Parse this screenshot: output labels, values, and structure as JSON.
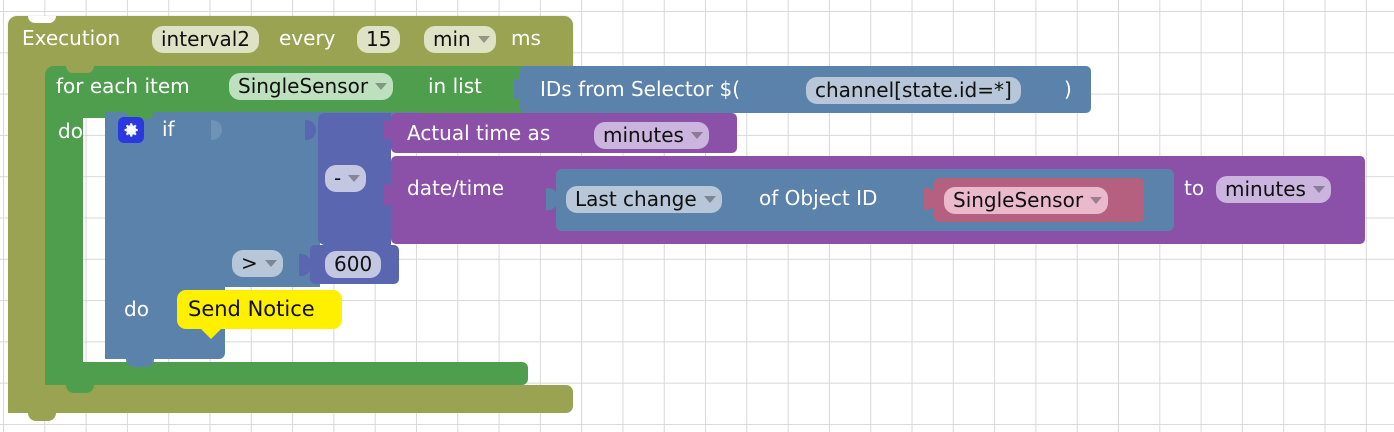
{
  "app": {
    "name": "blockly-script-editor",
    "canvas_background": "#ffffff",
    "grid_dot_color": "#d8d8d8"
  },
  "colors": {
    "trigger_olive": "#9aa352",
    "loop_green": "#4e9e4e",
    "logic_blue": "#5b82ab",
    "math_indigo": "#5b66b0",
    "datetime_purple": "#8b50a8",
    "object_pink": "#b5607e",
    "comment_yellow": "#fff000",
    "gear_blue": "#2b38e0"
  },
  "script": {
    "trigger": {
      "block_name": "execution-interval-block",
      "label_prefix": "Execution",
      "name_field": "interval2",
      "label_every": "every",
      "interval_value": "15",
      "unit_dropdown": "min",
      "label_suffix": "ms"
    },
    "loop": {
      "block_name": "for-each-block",
      "label_prefix": "for each item",
      "item_variable": "SingleSensor",
      "label_in_list": "in list",
      "label_do": "do"
    },
    "list_source": {
      "block_name": "ids-from-selector-block",
      "label": "IDs from Selector $(",
      "selector_value": "channel[state.id=*]",
      "label_close": ")"
    },
    "conditional": {
      "block_name": "if-block",
      "gear_icon": "gear-icon",
      "label_if": "if",
      "label_do": "do"
    },
    "comparison": {
      "block_name": "comparison-block",
      "operator": ">",
      "right_value": "600"
    },
    "arithmetic": {
      "block_name": "subtract-block",
      "operator": "-"
    },
    "actual_time": {
      "block_name": "actual-time-block",
      "label": "Actual time as",
      "unit_dropdown": "minutes"
    },
    "datetime_convert": {
      "block_name": "datetime-block",
      "label": "date/time",
      "property_dropdown": "Last change",
      "label_of_object_id": "of Object ID",
      "object_id_value": "SingleSensor",
      "label_to": "to",
      "target_unit": "minutes"
    },
    "comment": {
      "block_name": "send-notice-comment",
      "text": "Send Notice"
    }
  }
}
